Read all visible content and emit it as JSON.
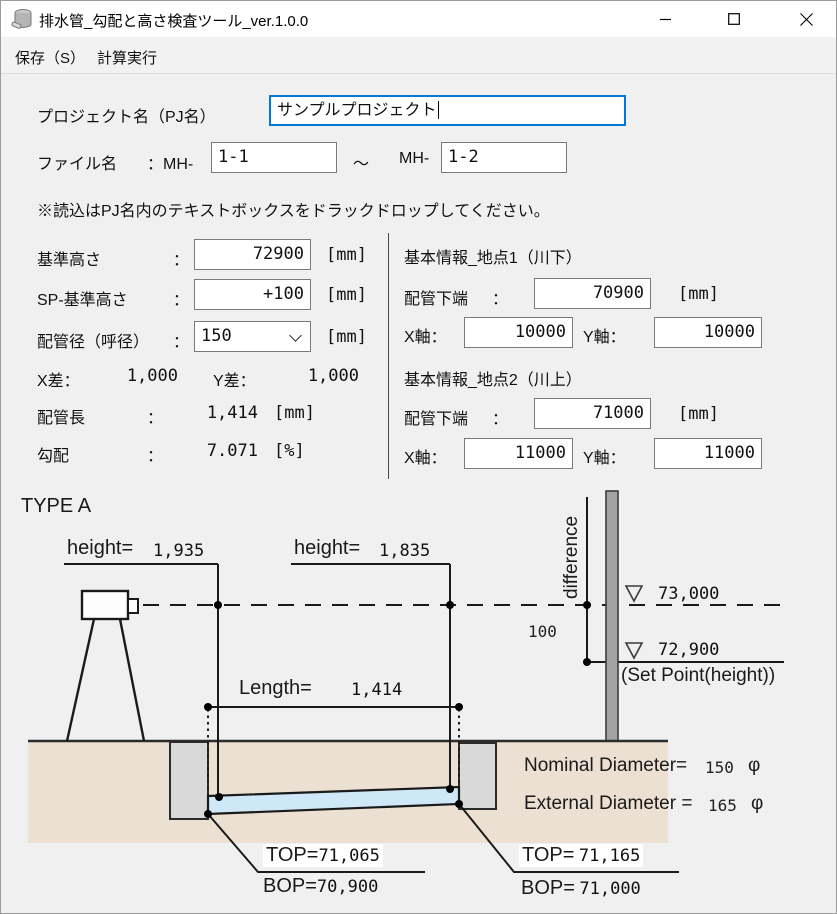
{
  "window": {
    "title": "排水管_勾配と高さ検査ツール_ver.1.0.0"
  },
  "menu": {
    "save": "保存（S）",
    "run": "計算実行"
  },
  "punct": {
    "colon": "：",
    "tilde": "～"
  },
  "form": {
    "project_label": "プロジェクト名（PJ名）",
    "project_value": "サンプルプロジェクト",
    "file_label": "ファイル名",
    "mh_prefix": "：MH-",
    "mh": "MH-",
    "file_from": "1-1",
    "file_to": "1-2",
    "note": "※読込はPJ名内のテキストボックスをドラックドロップしてください。"
  },
  "params": {
    "base_height": {
      "label": "基準高さ",
      "value": "72900",
      "unit": "[mm]"
    },
    "sp_offset": {
      "label": "SP-基準高さ",
      "value": "+100",
      "unit": "[mm]"
    },
    "diameter": {
      "label": "配管径（呼径）",
      "value": "150",
      "unit": "[mm]"
    },
    "x_diff": {
      "label": "X差：",
      "value": "1,000"
    },
    "y_diff": {
      "label": "Y差：",
      "value": "1,000"
    },
    "pipe_length": {
      "label": "配管長",
      "value": "1,414",
      "unit": "[mm]"
    },
    "slope": {
      "label": "勾配",
      "value": "7.071",
      "unit": "[%]"
    }
  },
  "point1": {
    "header": "基本情報_地点1（川下）",
    "bottom_label": "配管下端",
    "bottom_value": "70900",
    "bottom_unit": "[mm]",
    "x_label": "X軸：",
    "x_value": "10000",
    "y_label": "Y軸：",
    "y_value": "10000"
  },
  "point2": {
    "header": "基本情報_地点2（川上）",
    "bottom_label": "配管下端",
    "bottom_value": "71000",
    "bottom_unit": "[mm]",
    "x_label": "X軸：",
    "x_value": "11000",
    "y_label": "Y軸：",
    "y_value": "11000"
  },
  "diagram": {
    "type_label": "TYPE A",
    "height1_label": "height=",
    "height1_value": "1,935",
    "height2_label": "height=",
    "height2_value": "1,835",
    "length_label": "Length=",
    "length_value": "1,414",
    "difference_label": "difference",
    "difference_value": "100",
    "upper_level": "73,000",
    "lower_level": "72,900",
    "set_point_label": "(Set Point(height))",
    "nominal_label": "Nominal Diameter=",
    "nominal_value": "150",
    "nominal_unit": "φ",
    "external_label": "External Diameter =",
    "external_value": "165",
    "external_unit": "φ",
    "top1_label": "TOP=",
    "top1_value": "71,065",
    "bop1_label": "BOP=",
    "bop1_value": "70,900",
    "top2_label": "TOP=",
    "top2_value": "71,165",
    "bop2_label": "BOP=",
    "bop2_value": "71,000"
  },
  "colors": {
    "accent": "#0078d7",
    "ground": "#ece0d2",
    "pipe_fill": "#cfe8f7",
    "manhole": "#d9d9d9",
    "staff": "#a3a3a3"
  }
}
